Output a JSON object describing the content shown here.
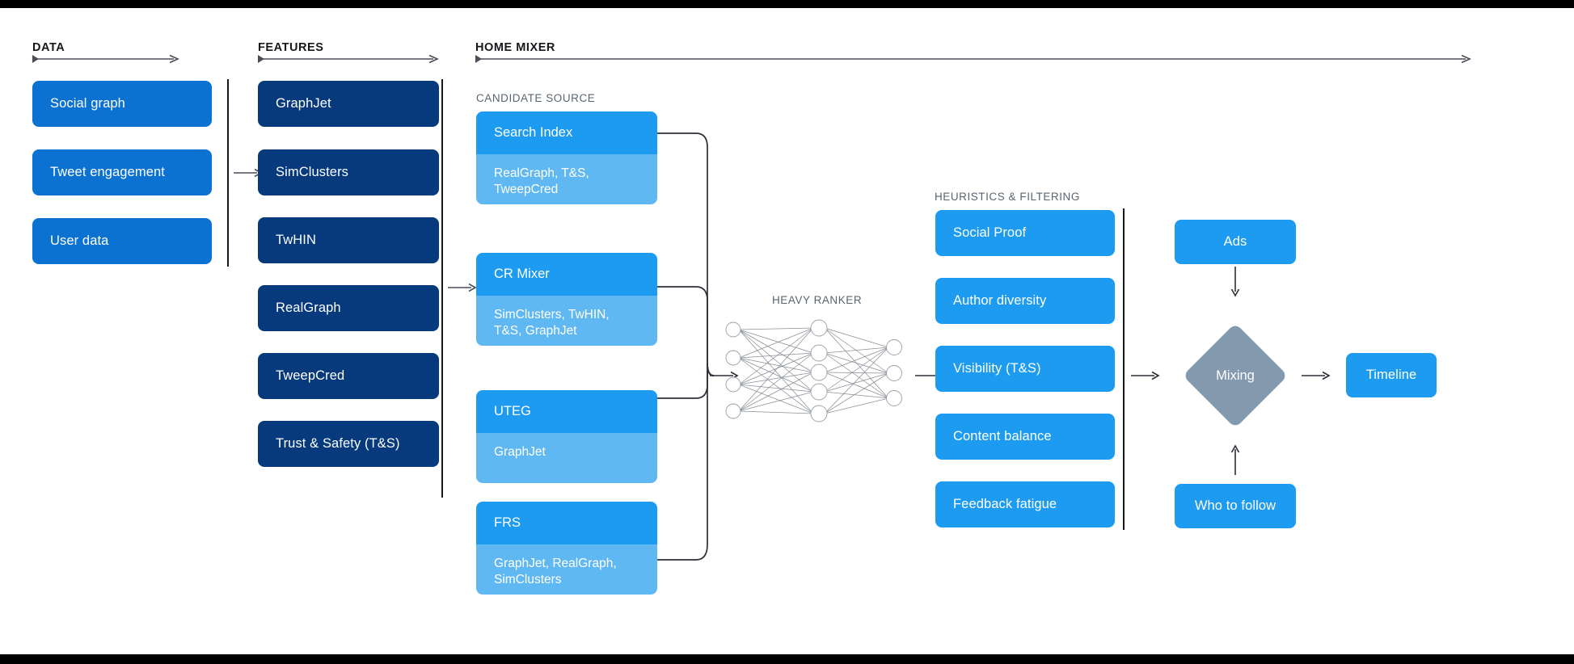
{
  "sections": [
    {
      "id": "data",
      "title": "DATA"
    },
    {
      "id": "features",
      "title": "FEATURES"
    },
    {
      "id": "home",
      "title": "HOME MIXER"
    }
  ],
  "sub_labels": {
    "candidate_source": "CANDIDATE SOURCE",
    "heavy_ranker": "HEAVY RANKER",
    "heuristics": "HEURISTICS & FILTERING"
  },
  "data_boxes": [
    {
      "label": "Social graph"
    },
    {
      "label": "Tweet engagement"
    },
    {
      "label": "User data"
    }
  ],
  "feature_boxes": [
    {
      "label": "GraphJet"
    },
    {
      "label": "SimClusters"
    },
    {
      "label": "TwHIN"
    },
    {
      "label": "RealGraph"
    },
    {
      "label": "TweepCred"
    },
    {
      "label": "Trust & Safety (T&S)"
    }
  ],
  "candidate_sources": [
    {
      "name": "Search Index",
      "features": "RealGraph, T&S, TweepCred"
    },
    {
      "name": "CR Mixer",
      "features": "SimClusters, TwHIN, T&S, GraphJet"
    },
    {
      "name": "UTEG",
      "features": "GraphJet"
    },
    {
      "name": "FRS",
      "features": "GraphJet, RealGraph, SimClusters"
    }
  ],
  "heuristics_boxes": [
    {
      "label": "Social Proof"
    },
    {
      "label": "Author diversity"
    },
    {
      "label": "Visibility (T&S)"
    },
    {
      "label": "Content balance"
    },
    {
      "label": "Feedback fatigue"
    }
  ],
  "outputs": {
    "ads": "Ads",
    "mixing": "Mixing",
    "who_to_follow": "Who to follow",
    "timeline": "Timeline"
  },
  "colors": {
    "data_blue": "#0c72d1",
    "feature_navy": "#063a7d",
    "bright_blue": "#1d9bf0",
    "light_blue": "#5fb8f2",
    "diamond_gray": "#8399ad",
    "rail_gray": "#4a4f57",
    "label_gray": "#5a6570",
    "divider_black": "#16181c"
  },
  "neural_net": {
    "input_nodes": 4,
    "hidden_nodes": 5,
    "output_nodes": 3
  }
}
